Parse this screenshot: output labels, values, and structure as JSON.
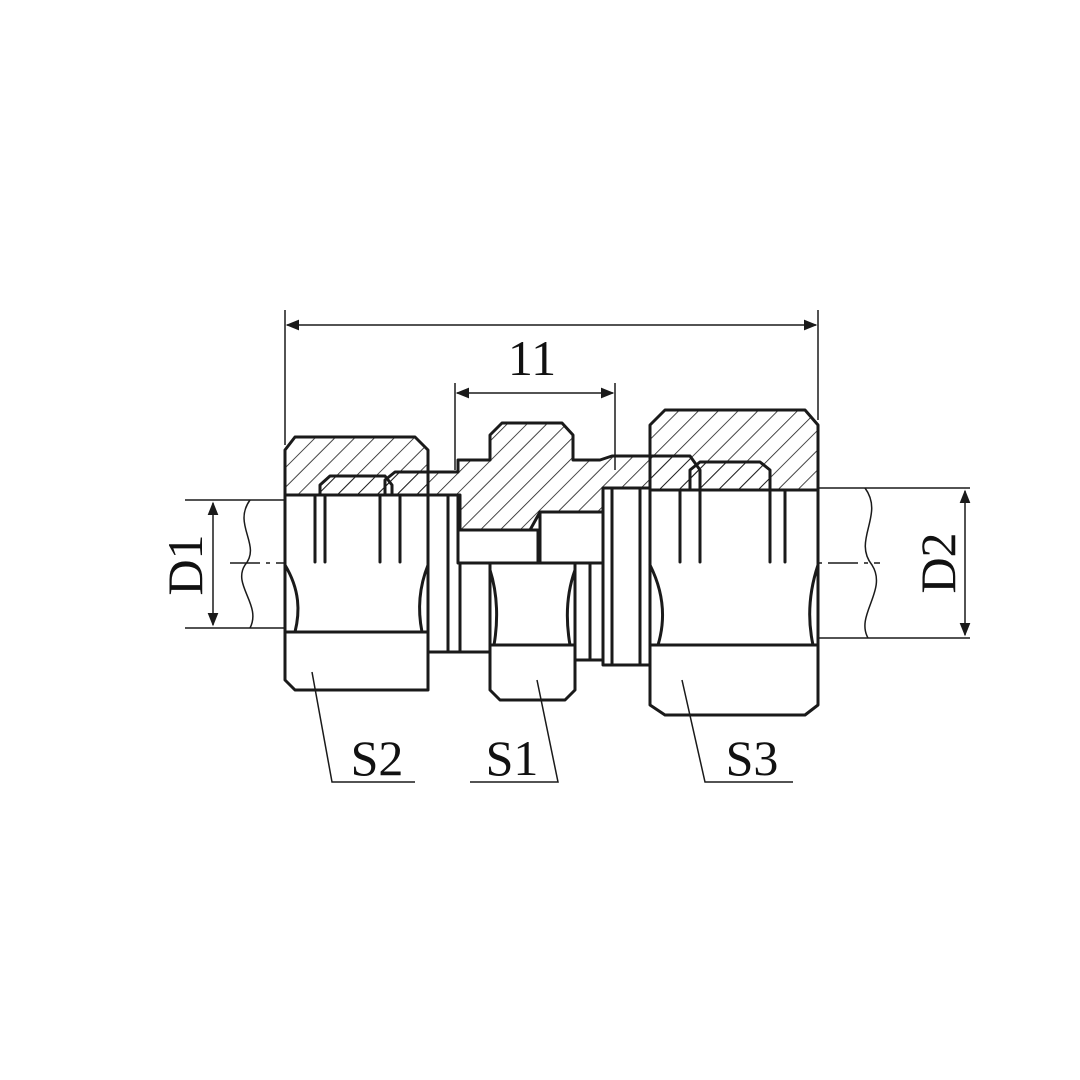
{
  "labels": {
    "overall_dimension": "11",
    "d1": "D1",
    "d2": "D2",
    "s1": "S1",
    "s2": "S2",
    "s3": "S3"
  },
  "colors": {
    "line": "#1a1a1a",
    "background": "#ffffff"
  }
}
